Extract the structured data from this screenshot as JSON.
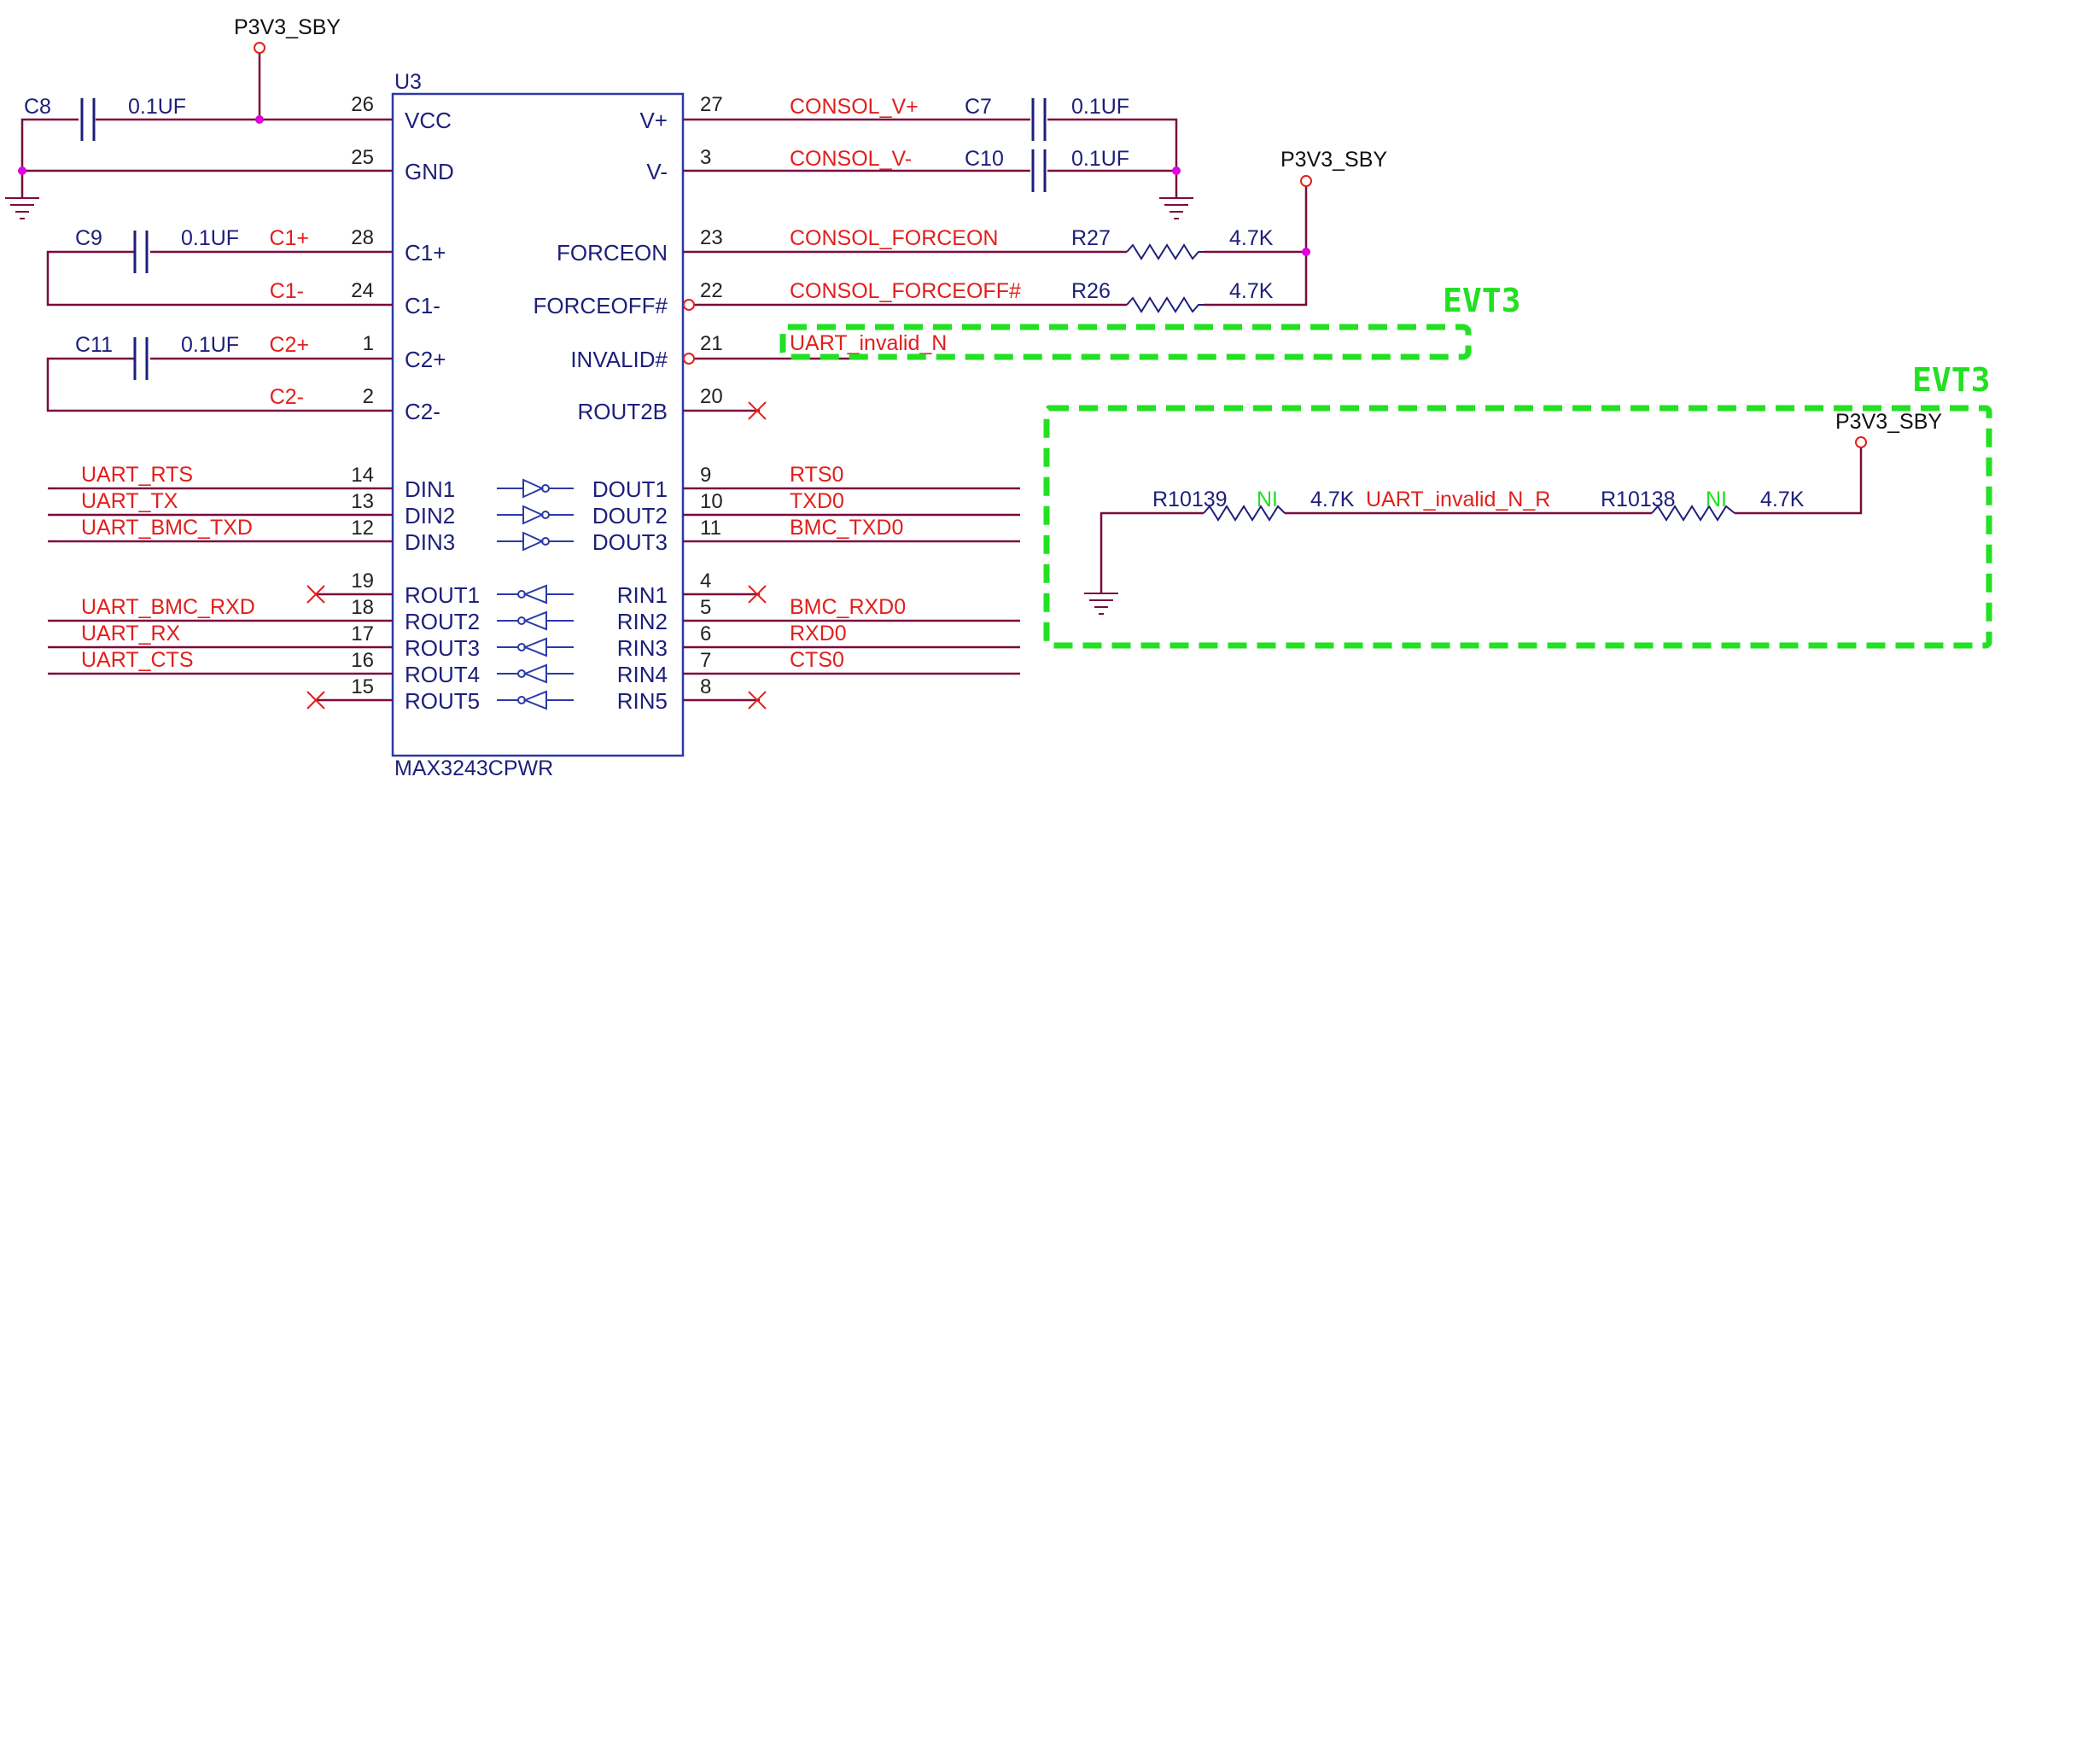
{
  "colors": {
    "wire": "#7a0a3c",
    "net": "#e0201c",
    "ref": "#1d1f7a",
    "pin": "#222222",
    "box": "#2a3aa8",
    "junction": "#e000e0",
    "evt": "#22e022",
    "black": "#111111"
  },
  "chip": {
    "ref": "U3",
    "part": "MAX3243CPWR"
  },
  "power": {
    "top": "P3V3_SBY",
    "right": "P3V3_SBY",
    "evt_box": "P3V3_SBY"
  },
  "left_pins": [
    {
      "num": "26",
      "name": "VCC"
    },
    {
      "num": "25",
      "name": "GND"
    },
    {
      "num": "28",
      "name": "C1+"
    },
    {
      "num": "24",
      "name": "C1-"
    },
    {
      "num": "1",
      "name": "C2+"
    },
    {
      "num": "2",
      "name": "C2-"
    },
    {
      "num": "14",
      "name": "DIN1"
    },
    {
      "num": "13",
      "name": "DIN2"
    },
    {
      "num": "12",
      "name": "DIN3"
    },
    {
      "num": "19",
      "name": "ROUT1"
    },
    {
      "num": "18",
      "name": "ROUT2"
    },
    {
      "num": "17",
      "name": "ROUT3"
    },
    {
      "num": "16",
      "name": "ROUT4"
    },
    {
      "num": "15",
      "name": "ROUT5"
    }
  ],
  "right_pins": [
    {
      "num": "27",
      "name": "V+"
    },
    {
      "num": "3",
      "name": "V-"
    },
    {
      "num": "23",
      "name": "FORCEON"
    },
    {
      "num": "22",
      "name": "FORCEOFF#"
    },
    {
      "num": "21",
      "name": "INVALID#"
    },
    {
      "num": "20",
      "name": "ROUT2B"
    },
    {
      "num": "9",
      "name": "DOUT1"
    },
    {
      "num": "10",
      "name": "DOUT2"
    },
    {
      "num": "11",
      "name": "DOUT3"
    },
    {
      "num": "4",
      "name": "RIN1"
    },
    {
      "num": "5",
      "name": "RIN2"
    },
    {
      "num": "6",
      "name": "RIN3"
    },
    {
      "num": "7",
      "name": "RIN4"
    },
    {
      "num": "8",
      "name": "RIN5"
    }
  ],
  "left_nets": [
    "UART_RTS",
    "UART_TX",
    "UART_BMC_TXD",
    "UART_BMC_RXD",
    "UART_RX",
    "UART_CTS"
  ],
  "right_nets": [
    "CONSOL_V+",
    "CONSOL_V-",
    "CONSOL_FORCEON",
    "CONSOL_FORCEOFF#",
    "UART_invalid_N",
    "RTS0",
    "TXD0",
    "BMC_TXD0",
    "BMC_RXD0",
    "RXD0",
    "CTS0"
  ],
  "cap_nets": [
    "C1+",
    "C1-",
    "C2+",
    "C2-"
  ],
  "caps": [
    {
      "ref": "C8",
      "value": "0.1UF"
    },
    {
      "ref": "C9",
      "value": "0.1UF"
    },
    {
      "ref": "C11",
      "value": "0.1UF"
    },
    {
      "ref": "C7",
      "value": "0.1UF"
    },
    {
      "ref": "C10",
      "value": "0.1UF"
    }
  ],
  "resistors": [
    {
      "ref": "R27",
      "value": "4.7K"
    },
    {
      "ref": "R26",
      "value": "4.7K"
    },
    {
      "ref": "R10139",
      "value": "4.7K",
      "note": "NI"
    },
    {
      "ref": "R10138",
      "value": "4.7K",
      "note": "NI"
    }
  ],
  "evt_net": "UART_invalid_N_R",
  "evt_labels": [
    "EVT3",
    "EVT3"
  ]
}
